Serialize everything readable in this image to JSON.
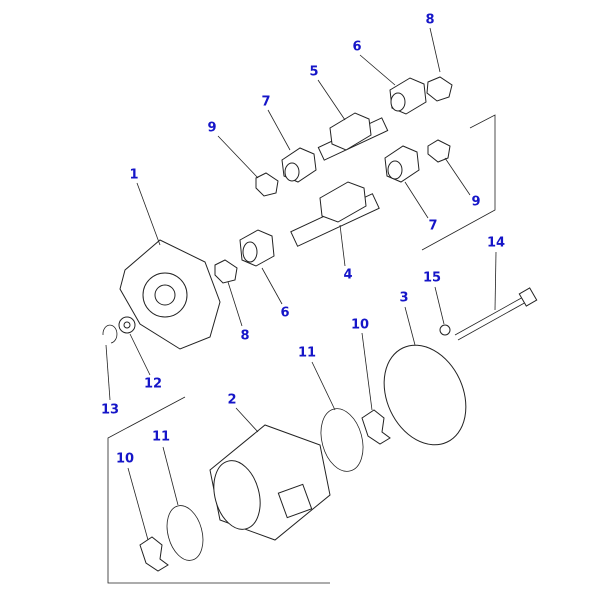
{
  "labels": [
    {
      "id": "8a",
      "text": "8"
    },
    {
      "id": "6a",
      "text": "6"
    },
    {
      "id": "5",
      "text": "5"
    },
    {
      "id": "7a",
      "text": "7"
    },
    {
      "id": "9a",
      "text": "9"
    },
    {
      "id": "1",
      "text": "1"
    },
    {
      "id": "9b",
      "text": "9"
    },
    {
      "id": "7b",
      "text": "7"
    },
    {
      "id": "14",
      "text": "14"
    },
    {
      "id": "4",
      "text": "4"
    },
    {
      "id": "15",
      "text": "15"
    },
    {
      "id": "3",
      "text": "3"
    },
    {
      "id": "6b",
      "text": "6"
    },
    {
      "id": "8b",
      "text": "8"
    },
    {
      "id": "10a",
      "text": "10"
    },
    {
      "id": "11a",
      "text": "11"
    },
    {
      "id": "12",
      "text": "12"
    },
    {
      "id": "13",
      "text": "13"
    },
    {
      "id": "2",
      "text": "2"
    },
    {
      "id": "11b",
      "text": "11"
    },
    {
      "id": "10b",
      "text": "10"
    }
  ],
  "label_color": "#1515c8"
}
